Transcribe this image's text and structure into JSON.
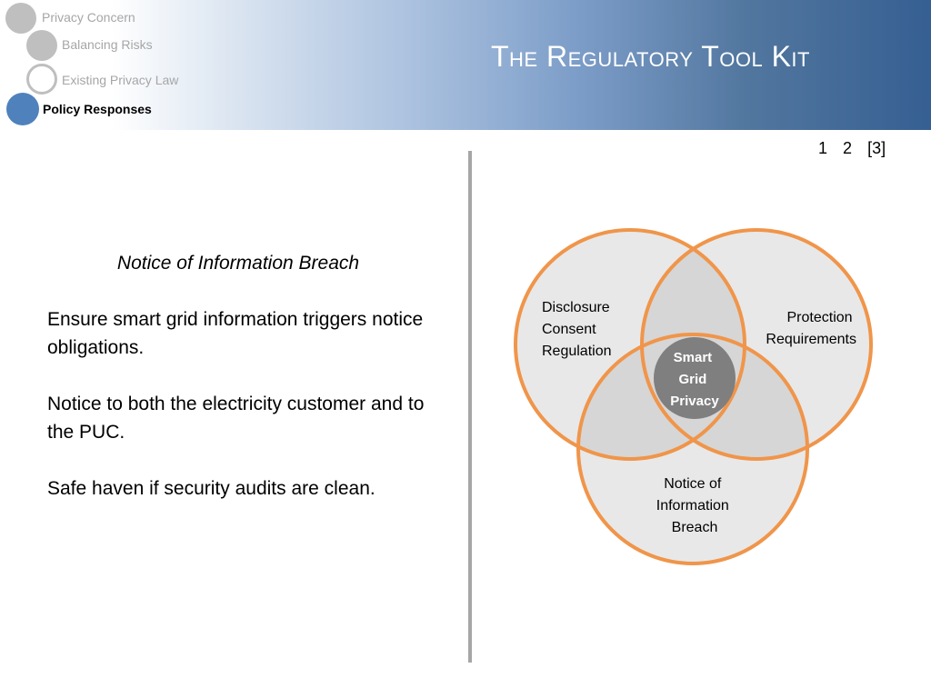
{
  "nav": {
    "items": [
      {
        "label": "Privacy Concern",
        "state": "past"
      },
      {
        "label": "Balancing Risks",
        "state": "past"
      },
      {
        "label": "Existing Privacy Law",
        "state": "outline"
      },
      {
        "label": "Policy Responses",
        "state": "active"
      }
    ]
  },
  "header": {
    "title": "The Regulatory Tool Kit"
  },
  "pager": {
    "pages": [
      "1",
      "2",
      "[3]"
    ]
  },
  "left": {
    "subtitle": "Notice of Information Breach",
    "paragraphs": [
      "Ensure smart grid information triggers notice obligations.",
      "Notice to both the electricity customer and to the PUC.",
      "Safe haven if security audits are clean."
    ]
  },
  "venn": {
    "left_circle_lines": [
      "Disclosure",
      "Consent",
      "Regulation"
    ],
    "right_circle_lines": [
      "Protection",
      "Requirements"
    ],
    "bottom_circle_lines": [
      "Notice of",
      "Information",
      "Breach"
    ],
    "center_lines": [
      "Smart",
      "Grid",
      "Privacy"
    ]
  },
  "colors": {
    "header_dark": "#365f92",
    "active_dot": "#4f81bd",
    "inactive_dot": "#bfbfbf",
    "circle_stroke": "#f0954a",
    "circle_fill": "#e8e8e8",
    "overlap_fill": "#d6d6d6",
    "center_fill": "#7f7f7f"
  }
}
